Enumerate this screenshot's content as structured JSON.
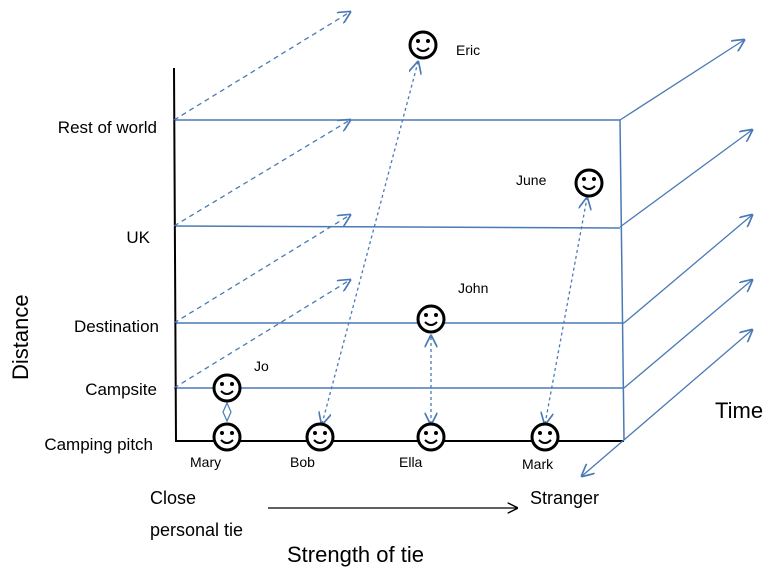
{
  "y_axis": {
    "label": "Distance",
    "levels": [
      "Camping pitch",
      "Campsite",
      "Destination",
      "UK",
      "Rest of world"
    ]
  },
  "x_axis": {
    "label": "Strength of tie",
    "start": "Close personal tie",
    "start_line1": "Close",
    "start_line2": "personal tie",
    "end": "Stranger"
  },
  "z_axis": {
    "label": "Time"
  },
  "people": {
    "mary": "Mary",
    "bob": "Bob",
    "ella": "Ella",
    "mark": "Mark",
    "jo": "Jo",
    "john": "John",
    "june": "June",
    "eric": "Eric"
  },
  "icon": "smiley-face-icon",
  "colors": {
    "lines": "#4a7ab5",
    "axis": "#000000"
  }
}
